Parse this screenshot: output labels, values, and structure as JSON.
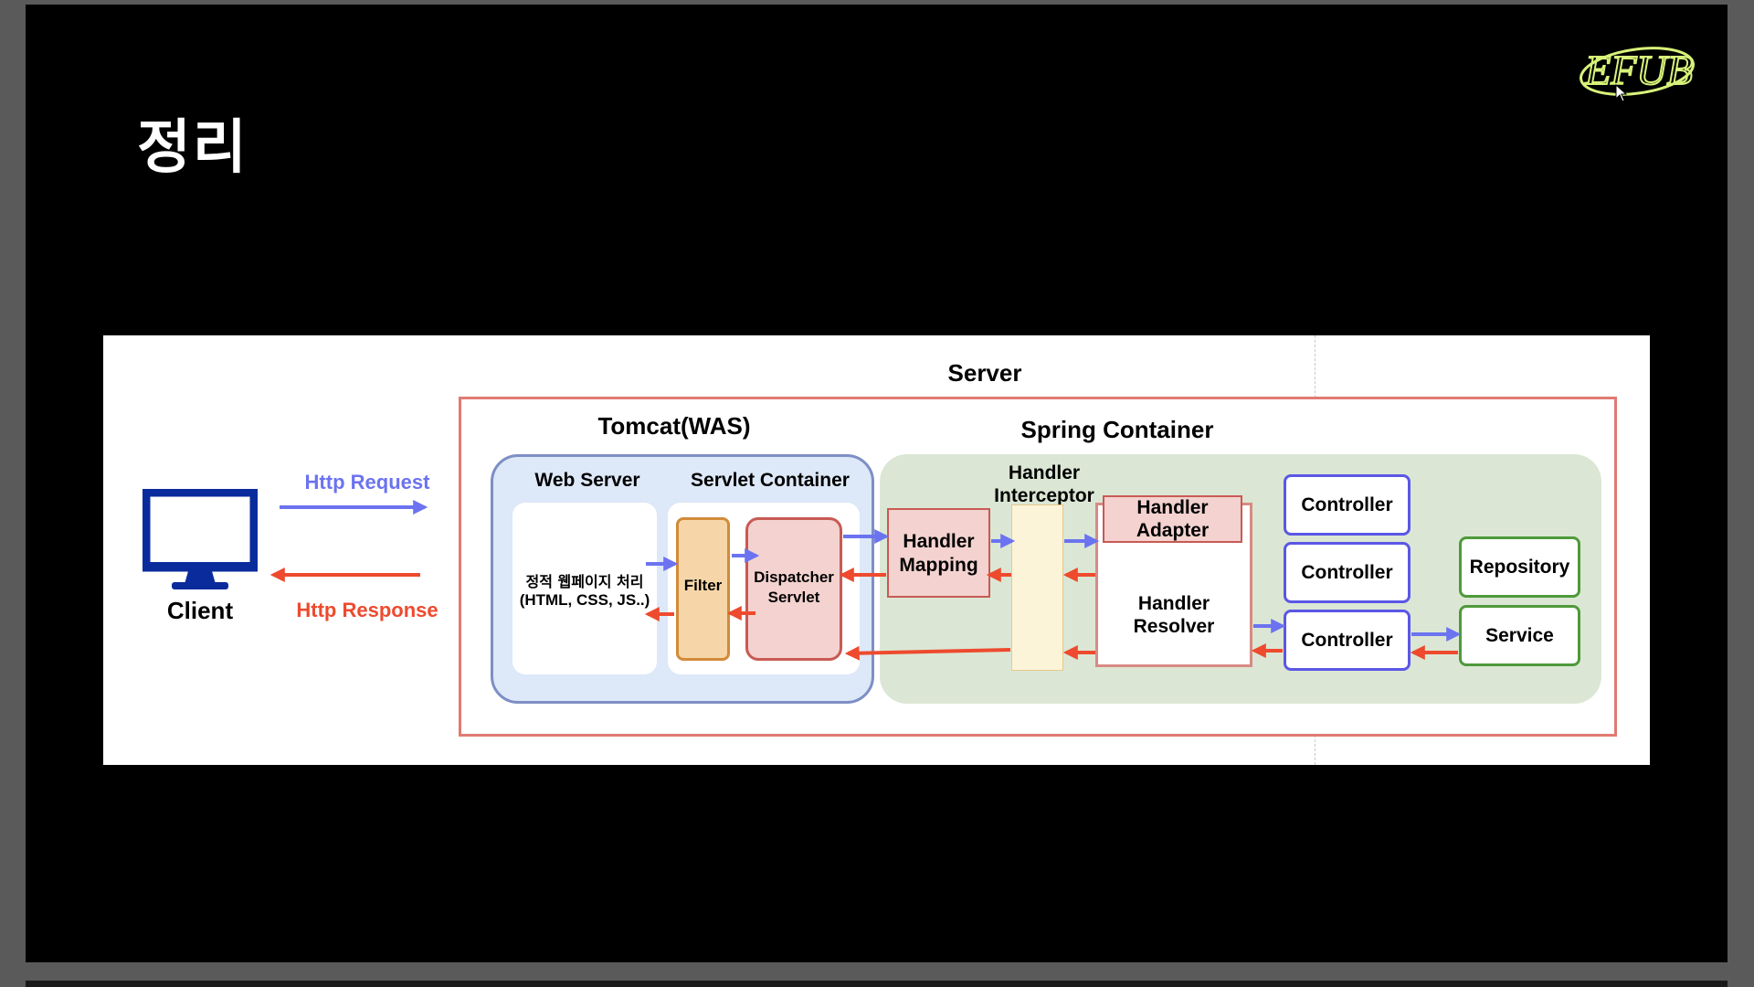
{
  "slide": {
    "title": "정리"
  },
  "logo": {
    "text": "EFUB",
    "color": "#d8f27a"
  },
  "diagram": {
    "server_label": "Server",
    "client_label": "Client",
    "http_request": "Http Request",
    "http_response": "Http Response",
    "tomcat_label": "Tomcat(WAS)",
    "spring_label": "Spring Container",
    "web_server_label": "Web Server",
    "servlet_container_label": "Servlet Container",
    "static_line1": "정적 웹페이지 처리",
    "static_line2": "(HTML, CSS, JS..)",
    "filter_label": "Filter",
    "dispatcher_line1": "Dispatcher",
    "dispatcher_line2": "Servlet",
    "handler_mapping_line1": "Handler",
    "handler_mapping_line2": "Mapping",
    "handler_interceptor_line1": "Handler",
    "handler_interceptor_line2": "Interceptor",
    "handler_adapter_line1": "Handler",
    "handler_adapter_line2": "Adapter",
    "handler_resolver_line1": "Handler",
    "handler_resolver_line2": "Resolver",
    "controllers": [
      "Controller",
      "Controller",
      "Controller"
    ],
    "repository_label": "Repository",
    "service_label": "Service",
    "colors": {
      "request": "#6b73f0",
      "response": "#ee4a2e",
      "client": "#0a2b9c",
      "server_border": "#e07a72",
      "tomcat_fill": "#dde8f8",
      "tomcat_border": "#7d8fc4",
      "spring_fill": "#dbe7d4",
      "filter_fill": "#f6d6a8",
      "dispatcher_fill": "#f3d2cf",
      "interceptor_fill": "#fcf4d8",
      "controller_border": "#5b57e6",
      "repo_border": "#4e9a3a"
    }
  }
}
